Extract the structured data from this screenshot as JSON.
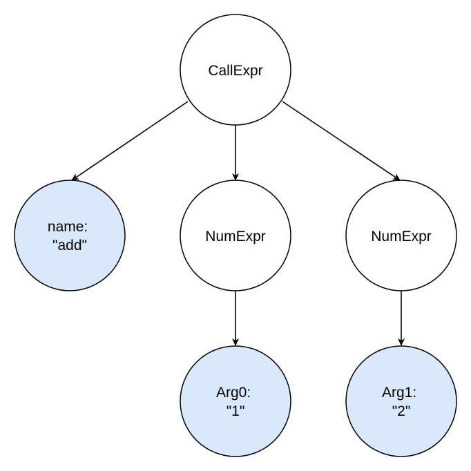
{
  "colors": {
    "plain_fill": "#ffffff",
    "highlight_fill": "#dae8fc",
    "stroke": "#000000"
  },
  "nodes": {
    "call_expr": {
      "lines": [
        "CallExpr"
      ],
      "style": "plain"
    },
    "name": {
      "lines": [
        "name:",
        "\"add\""
      ],
      "style": "highlight"
    },
    "num_expr_1": {
      "lines": [
        "NumExpr"
      ],
      "style": "plain"
    },
    "num_expr_2": {
      "lines": [
        "NumExpr"
      ],
      "style": "plain"
    },
    "arg0": {
      "lines": [
        "Arg0:",
        "\"1\""
      ],
      "style": "highlight"
    },
    "arg1": {
      "lines": [
        "Arg1:",
        "\"2\""
      ],
      "style": "highlight"
    }
  },
  "edges": [
    {
      "from": "call_expr",
      "to": "name"
    },
    {
      "from": "call_expr",
      "to": "num_expr_1"
    },
    {
      "from": "call_expr",
      "to": "num_expr_2"
    },
    {
      "from": "num_expr_1",
      "to": "arg0"
    },
    {
      "from": "num_expr_2",
      "to": "arg1"
    }
  ]
}
